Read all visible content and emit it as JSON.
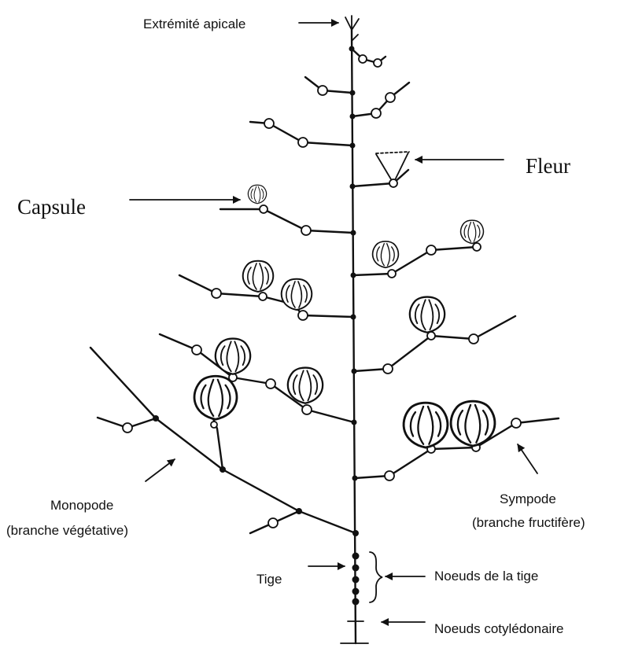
{
  "labels": {
    "apex": "Extrémité apicale",
    "fleur": "Fleur",
    "capsule": "Capsule",
    "monopode": "Monopode",
    "monopode_sub": "(branche végétative)",
    "sympode": "Sympode",
    "sympode_sub": "(branche fructifère)",
    "tige": "Tige",
    "noeuds_tige": "Noeuds de la tige",
    "noeuds_cotyledonaire": "Noeuds cotylédonaire"
  },
  "colors": {
    "line": "#111111",
    "background": "#ffffff"
  }
}
